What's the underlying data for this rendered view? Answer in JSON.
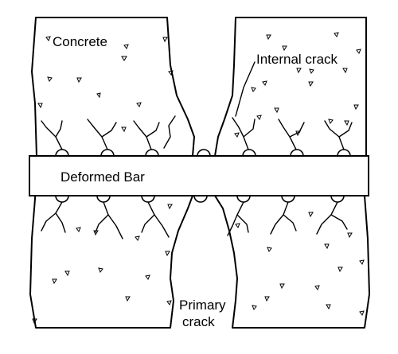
{
  "labels": {
    "concrete": "Concrete",
    "internal_crack": "Internal crack",
    "deformed_bar": "Deformed Bar",
    "primary_crack_line1": "Primary",
    "primary_crack_line2": "crack"
  },
  "colors": {
    "line": "#000000",
    "background": "#ffffff"
  }
}
